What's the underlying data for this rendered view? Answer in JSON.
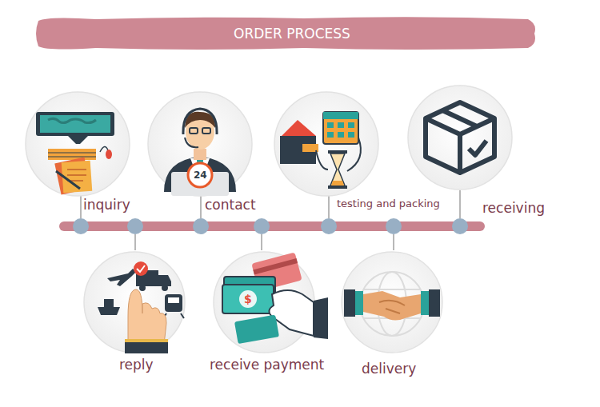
{
  "diagram": {
    "title": "ORDER PROCESS",
    "nodes": [
      {
        "text": [
          "inquiry"
        ]
      },
      {
        "text": [
          "reply"
        ]
      },
      {
        "text": [
          "contact"
        ]
      },
      {
        "text": [
          "receive payment"
        ]
      },
      {
        "text": [
          "testing and packing"
        ]
      },
      {
        "text": [
          "delivery"
        ]
      },
      {
        "text": [
          "receiving"
        ]
      }
    ],
    "labels": [
      "24",
      "$"
    ]
  }
}
